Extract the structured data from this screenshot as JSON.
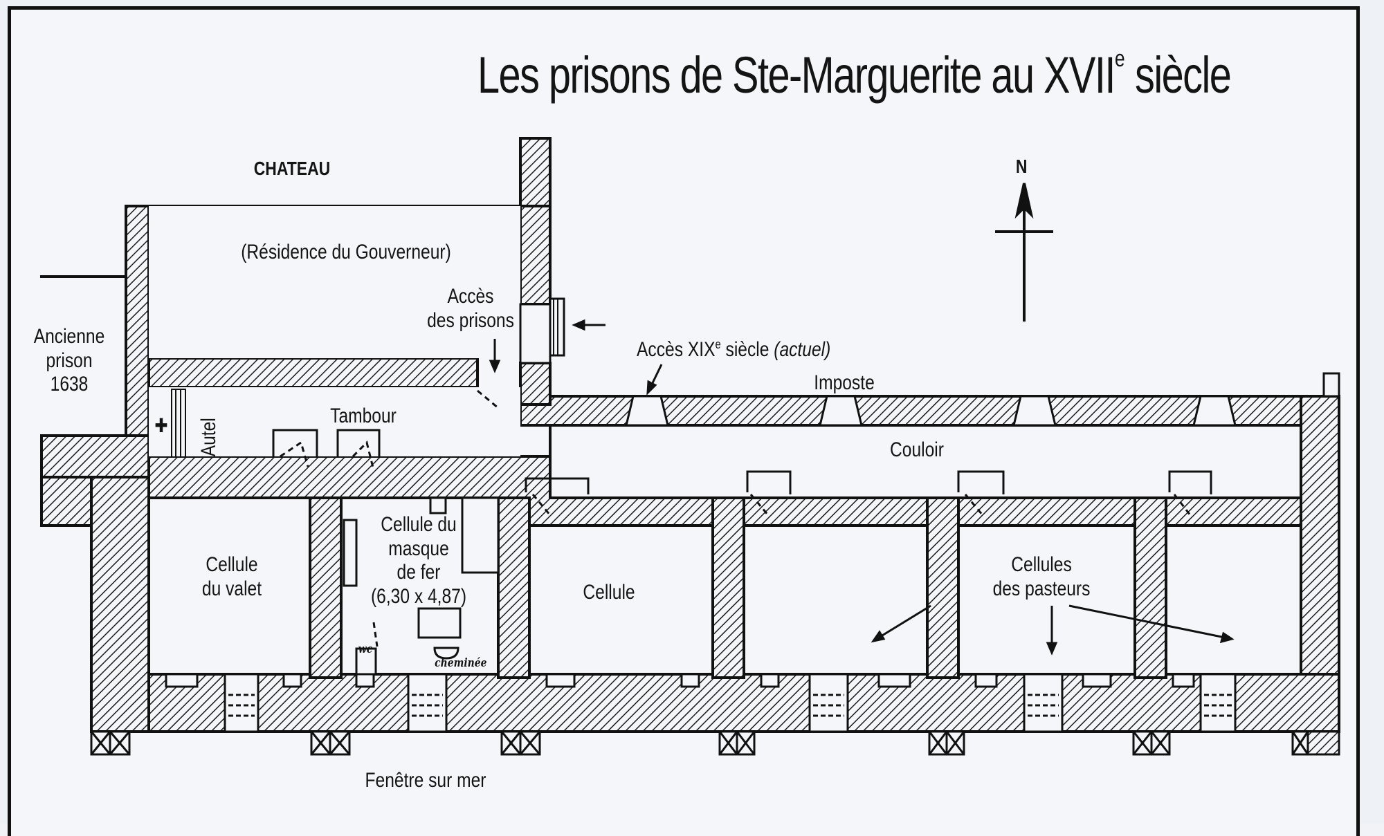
{
  "title": {
    "main": "Les prisons de Ste-Marguerite au XVII",
    "superscript": "e",
    "suffix": " siècle"
  },
  "compass": {
    "label": "N"
  },
  "labels": {
    "chateau": "CHATEAU",
    "residence": "(Résidence du Gouverneur)",
    "ancienne_prison": [
      "Ancienne",
      "prison",
      "1638"
    ],
    "acces_prisons": [
      "Accès",
      "des prisons"
    ],
    "acces_xix": {
      "text": "Accès XIX",
      "sup": "e",
      "rest": " siècle ",
      "italic": "(actuel)"
    },
    "imposte": "Imposte",
    "couloir": "Couloir",
    "autel": "Autel",
    "tambour": "Tambour",
    "cellule_valet": [
      "Cellule",
      "du valet"
    ],
    "cellule_masque": [
      "Cellule du",
      "masque",
      "de fer",
      "(6,30 x 4,87)"
    ],
    "wc": "wc",
    "cheminee": "cheminée",
    "cellule": "Cellule",
    "cellules_pasteurs": [
      "Cellules",
      "des pasteurs"
    ],
    "fenetre": "Fenêtre sur mer"
  },
  "icons": {
    "cross": "✚",
    "north_arrow": "north-arrow",
    "entry_arrow": "left-arrow"
  },
  "colors": {
    "ink": "#141414",
    "paper": "#f4f6f9",
    "hatch": "#1a1a1a"
  }
}
